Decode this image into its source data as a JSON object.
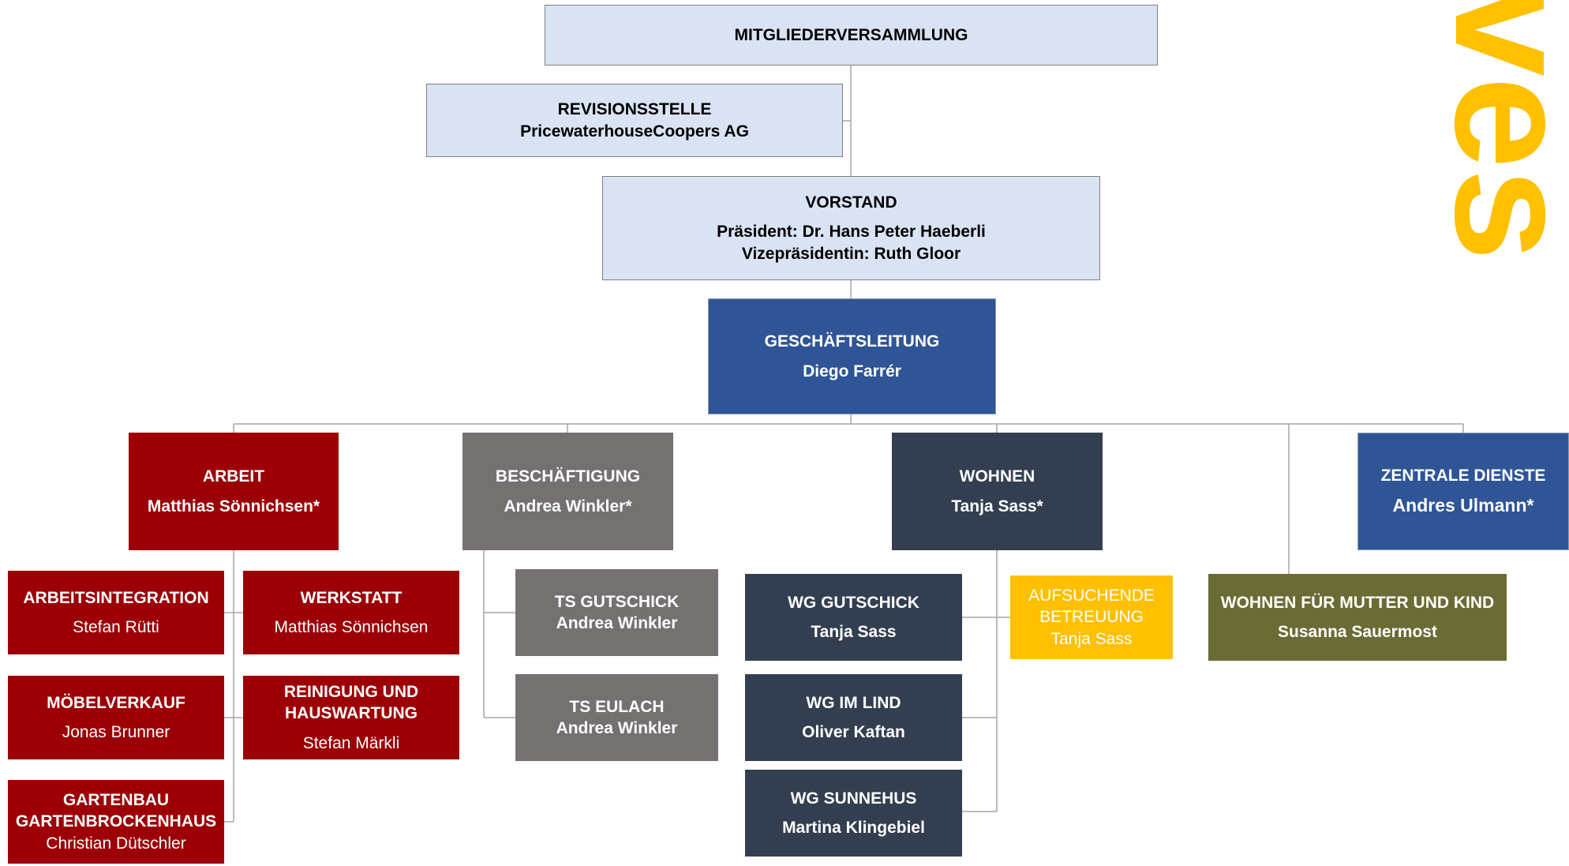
{
  "mitgliederversammlung": {
    "title": "MITGLIEDERVERSAMMLUNG"
  },
  "revisionsstelle": {
    "title": "REVISIONSSTELLE",
    "name": "PricewaterhouseCoopers AG"
  },
  "vorstand": {
    "title": "VORSTAND",
    "line1": "Präsident: Dr. Hans Peter Haeberli",
    "line2": "Vizepräsidentin: Ruth Gloor"
  },
  "geschaeftsleitung": {
    "title": "GESCHÄFTSLEITUNG",
    "name": "Diego Farrér"
  },
  "arbeit": {
    "title": "ARBEIT",
    "name": "Matthias Sönnichsen*"
  },
  "beschaeftigung": {
    "title": "BESCHÄFTIGUNG",
    "name": "Andrea Winkler*"
  },
  "wohnen": {
    "title": "WOHNEN",
    "name": "Tanja Sass*"
  },
  "zentrale_dienste": {
    "title": "ZENTRALE DIENSTE",
    "name": "Andres Ulmann*"
  },
  "arbeitsintegration": {
    "title": "ARBEITSINTEGRATION",
    "name": "Stefan Rütti"
  },
  "werkstatt": {
    "title": "WERKSTATT",
    "name": "Matthias Sönnichsen"
  },
  "moebelverkauf": {
    "title": "MÖBELVERKAUF",
    "name": "Jonas Brunner"
  },
  "reinigung": {
    "title1": "REINIGUNG UND",
    "title2": "HAUSWARTUNG",
    "name": "Stefan Märkli"
  },
  "gartenbau": {
    "title1": "GARTENBAU",
    "title2": "GARTENBROCKENHAUS",
    "name": "Christian Dütschler"
  },
  "ts_gutschick": {
    "title": "TS GUTSCHICK",
    "name": "Andrea Winkler"
  },
  "ts_eulach": {
    "title": "TS EULACH",
    "name": "Andrea Winkler"
  },
  "wg_gutschick": {
    "title": "WG GUTSCHICK",
    "name": "Tanja Sass"
  },
  "wg_im_lind": {
    "title": "WG IM LIND",
    "name": "Oliver Kaftan"
  },
  "wg_sunnehus": {
    "title": "WG SUNNEHUS",
    "name": "Martina Klingebiel"
  },
  "aufsuchende": {
    "title1": "AUFSUCHENDE",
    "title2": "BETREUUNG",
    "name": "Tanja Sass"
  },
  "mutter_kind": {
    "title": "WOHNEN FÜR MUTTER UND KIND",
    "name": "Susanna Sauermost"
  },
  "logo": {
    "text": "ves"
  },
  "colors": {
    "light": "#dae3f3",
    "blue": "#2f5597",
    "red": "#9c0006",
    "grey": "#767171",
    "navy": "#333f50",
    "yellow": "#ffc000",
    "olive": "#6b6b35"
  }
}
